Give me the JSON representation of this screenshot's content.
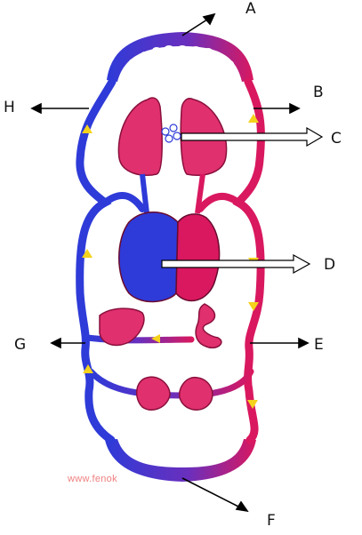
{
  "labels": {
    "A": "A",
    "B": "B",
    "C": "C",
    "D": "D",
    "E": "E",
    "F": "F",
    "G": "G",
    "H": "H"
  },
  "watermark": "www.fenok",
  "colors": {
    "vein": "#2e3bd8",
    "artery": "#d9185f",
    "organ": "#e0306e",
    "flow_arrow": "#f5d21c",
    "arrow": "#000000"
  },
  "icons": {
    "flow": "yellow-flow-arrow-icon",
    "pointer": "black-arrow-icon",
    "hollow_pointer": "hollow-arrow-icon"
  }
}
